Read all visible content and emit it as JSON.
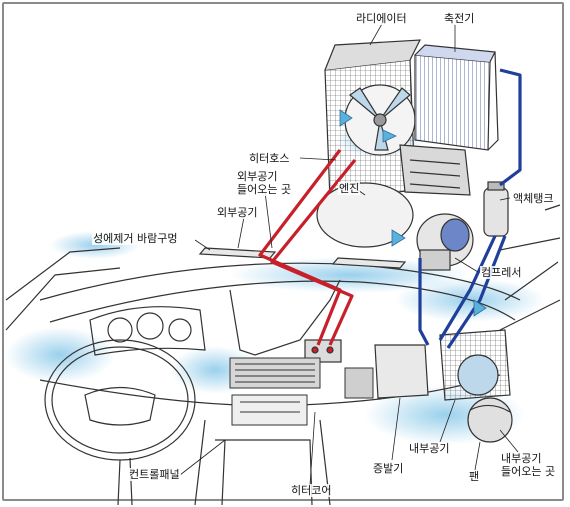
{
  "labels": {
    "radiator": "라디에이터",
    "condenser": "축전기",
    "heater_hose": "히터호스",
    "outside_air_inlet": "외부공기\n들어오는 곳",
    "engine": "엔진",
    "outside_air": "외부공기",
    "receiver_tank": "액체탱크",
    "defrost_vent": "성에제거 바람구멍",
    "compressor": "컴프레서",
    "control_panel": "컨트롤패널",
    "heater_core": "히터코어",
    "evaporator": "증발기",
    "inside_air": "내부공기",
    "fan": "팬",
    "inside_air_inlet": "내부공기\n들어오는 곳"
  },
  "colors": {
    "hot_hose": "#c8202a",
    "cold_hose": "#1f3f9a",
    "air_flow": "#9fd3ee",
    "line_art": "#333333"
  }
}
